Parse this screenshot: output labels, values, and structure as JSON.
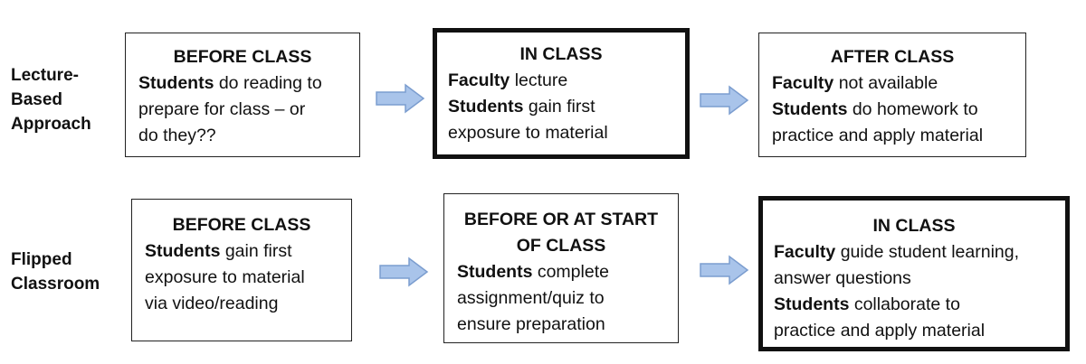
{
  "colors": {
    "arrow_fill": "#a9c4ea",
    "arrow_stroke": "#7b9dcf",
    "border": "#111111"
  },
  "rows": [
    {
      "label": [
        "Lecture-",
        "Based",
        "Approach"
      ],
      "boxes": [
        {
          "heading": "BEFORE CLASS",
          "emphasis": false,
          "lines": [
            {
              "bold": "Students",
              "text": " do reading to"
            },
            {
              "bold": "",
              "text": "prepare for class – or"
            },
            {
              "bold": "",
              "text": "do they??"
            }
          ]
        },
        {
          "heading": "IN CLASS",
          "emphasis": true,
          "lines": [
            {
              "bold": "Faculty",
              "text": " lecture"
            },
            {
              "bold": "Students",
              "text": " gain first"
            },
            {
              "bold": "",
              "text": "exposure to material"
            }
          ]
        },
        {
          "heading": "AFTER CLASS",
          "emphasis": false,
          "lines": [
            {
              "bold": "Faculty",
              "text": " not available"
            },
            {
              "bold": "Students",
              "text": " do homework to"
            },
            {
              "bold": "",
              "text": "practice and apply material"
            }
          ]
        }
      ]
    },
    {
      "label": [
        "Flipped",
        "Classroom"
      ],
      "boxes": [
        {
          "heading": "BEFORE CLASS",
          "emphasis": false,
          "lines": [
            {
              "bold": "Students",
              "text": " gain first"
            },
            {
              "bold": "",
              "text": "exposure to material"
            },
            {
              "bold": "",
              "text": "via video/reading"
            }
          ]
        },
        {
          "heading": "BEFORE OR AT START OF CLASS",
          "emphasis": false,
          "heading_lines": [
            "BEFORE OR AT START",
            "OF CLASS"
          ],
          "lines": [
            {
              "bold": "Students",
              "text": " complete"
            },
            {
              "bold": "",
              "text": "assignment/quiz to"
            },
            {
              "bold": "",
              "text": "ensure preparation"
            }
          ]
        },
        {
          "heading": "IN CLASS",
          "emphasis": true,
          "lines": [
            {
              "bold": "Faculty",
              "text": " guide student learning,"
            },
            {
              "bold": "",
              "text": "answer questions"
            },
            {
              "bold": "Students",
              "text": " collaborate to"
            },
            {
              "bold": "",
              "text": "practice and apply material"
            }
          ]
        }
      ]
    }
  ]
}
